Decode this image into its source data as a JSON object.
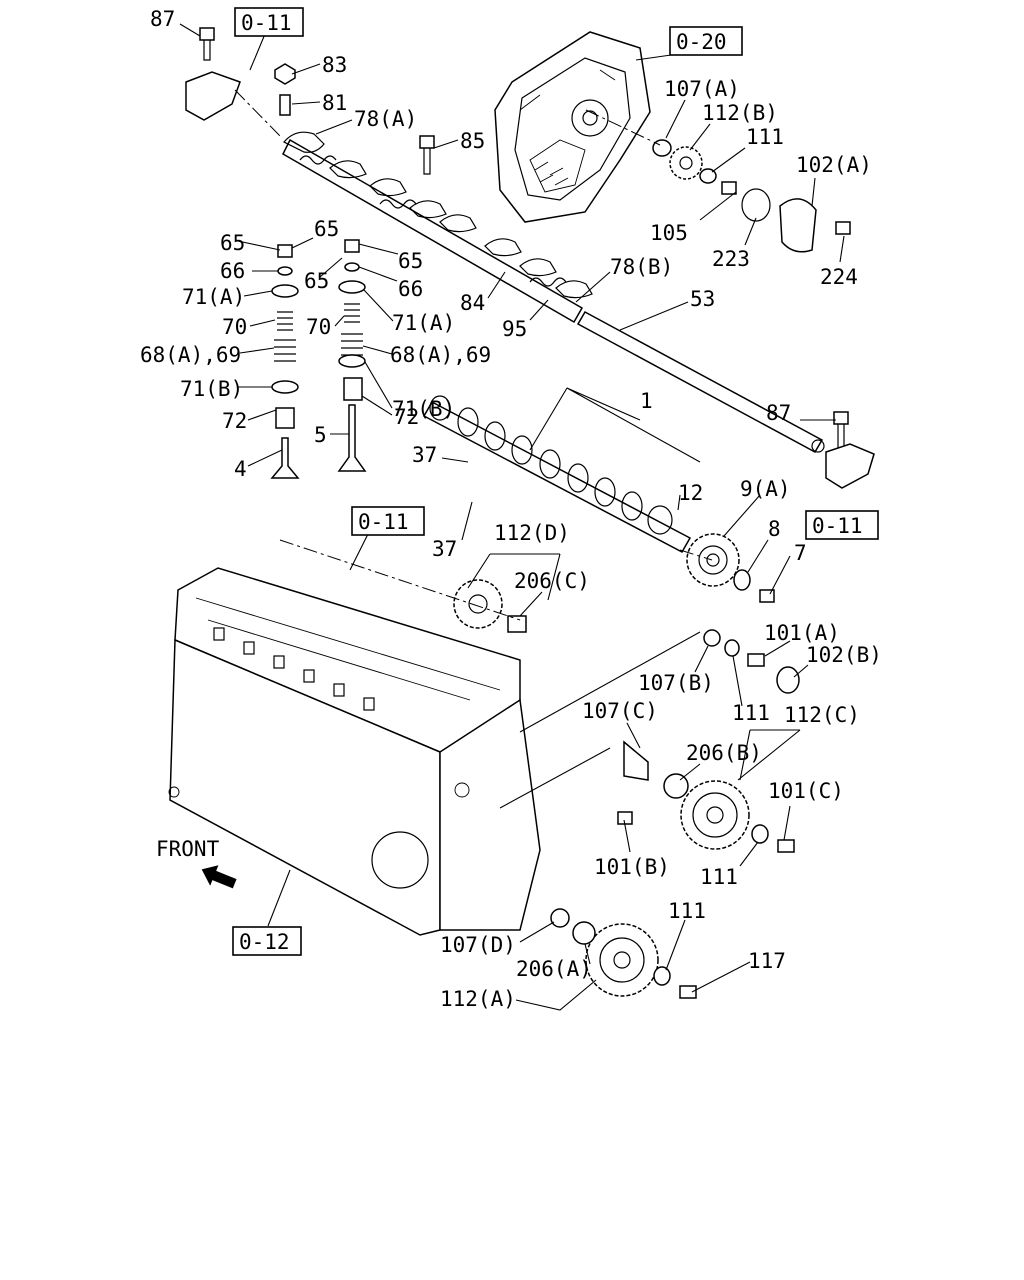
{
  "references": {
    "r011_top": "0-11",
    "r020": "0-20",
    "r011_mid": "0-11",
    "r011_right": "0-11",
    "r012": "0-12"
  },
  "front_label": "FRONT",
  "callouts": {
    "c87a": "87",
    "c83": "83",
    "c81": "81",
    "c78a": "78(A)",
    "c85": "85",
    "c107a": "107(A)",
    "c112b": "112(B)",
    "c111a": "111",
    "c102a": "102(A)",
    "c105": "105",
    "c223": "223",
    "c224": "224",
    "c65a": "65",
    "c65b": "65",
    "c65c": "65",
    "c65d": "65",
    "c66a": "66",
    "c66b": "66",
    "c71aa": "71(A)",
    "c71ab": "71(A)",
    "c70a": "70",
    "c70b": "70",
    "c68a": "68(A),69",
    "c68b": "68(A),69",
    "c71ba": "71(B)",
    "c71bb": "71(B)",
    "c72a": "72",
    "c72b": "72",
    "c4": "4",
    "c5": "5",
    "c78b": "78(B)",
    "c53": "53",
    "c84": "84",
    "c95": "95",
    "c87b": "87",
    "c1": "1",
    "c37a": "37",
    "c37b": "37",
    "c12": "12",
    "c9a": "9(A)",
    "c8": "8",
    "c7": "7",
    "c112d": "112(D)",
    "c206c": "206(C)",
    "c101a": "101(A)",
    "c102b": "102(B)",
    "c107b": "107(B)",
    "c111b": "111",
    "c107c": "107(C)",
    "c112c": "112(C)",
    "c206b": "206(B)",
    "c101c": "101(C)",
    "c101b": "101(B)",
    "c111c": "111",
    "c107d": "107(D)",
    "c111d": "111",
    "c117": "117",
    "c206a": "206(A)",
    "c112a": "112(A)"
  },
  "icons": {
    "front_arrow": "front-arrow-icon"
  }
}
